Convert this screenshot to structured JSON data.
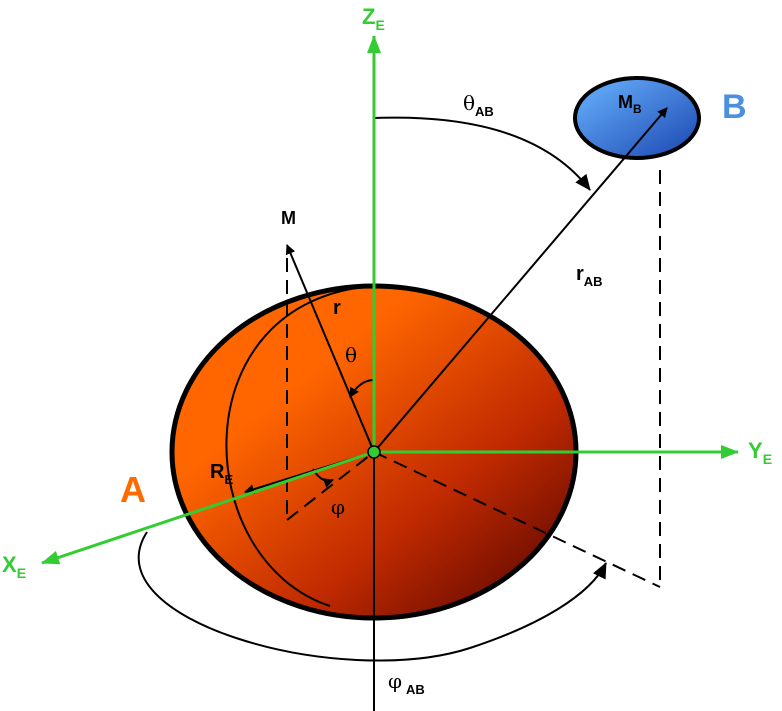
{
  "axes": {
    "z": {
      "main": "Z",
      "sub": "E"
    },
    "y": {
      "main": "Y",
      "sub": "E"
    },
    "x": {
      "main": "X",
      "sub": "E"
    }
  },
  "bodies": {
    "a": {
      "label": "A",
      "color": "#ff6a00"
    },
    "b": {
      "label": "B",
      "color": "#4a8fe0",
      "mass_main": "M",
      "mass_sub": "B"
    }
  },
  "labels": {
    "m": "M",
    "r": "r",
    "theta": "θ",
    "phi": "φ",
    "re_main": "R",
    "re_sub": "E",
    "theta_ab_main": "θ",
    "theta_ab_sub": "AB",
    "r_ab_main": "r",
    "r_ab_sub": "AB",
    "phi_ab_main": "φ",
    "phi_ab_sub": "AB"
  },
  "colors": {
    "axis": "#33cc33",
    "earth_light": "#ff6a00",
    "earth_dark": "#5a0000",
    "moon_light": "#4a8fe0",
    "moon_dark": "#1f4fbf",
    "ink": "#000000"
  }
}
